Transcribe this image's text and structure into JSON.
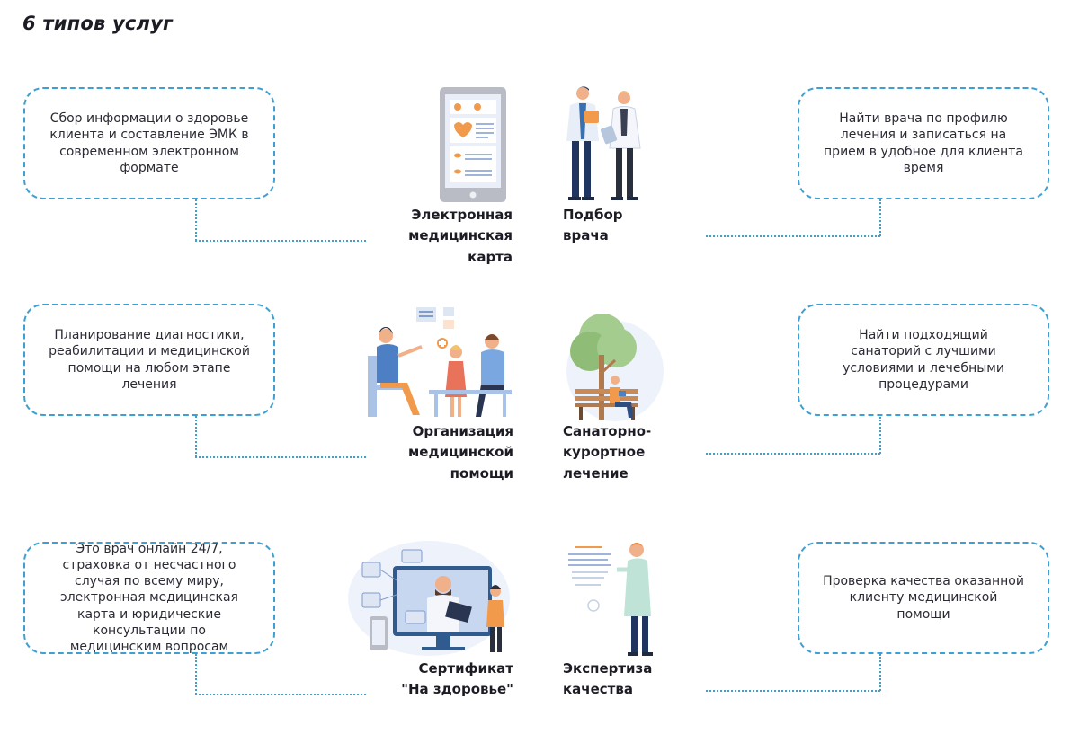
{
  "title": "6 типов услуг",
  "colors": {
    "accent": "#3f9fd0",
    "illustration_blue": "#2f5b8f",
    "illustration_orange": "#f29a4b"
  },
  "services": [
    {
      "label": "Электронная медицинская карта",
      "description": "Сбор информации о здоровье клиента и составление ЭМК в современном электронном формате",
      "illustration": "tablet-medical-record-icon"
    },
    {
      "label": "Подбор врача",
      "description": "Найти врача по профилю лечения и записаться на прием в удобное для клиента время",
      "illustration": "two-doctors-icon"
    },
    {
      "label": "Организация медицинской помощи",
      "description": "Планирование диагностики, реабилитации и медицинской помощи на любом этапе лечения",
      "illustration": "doctor-consultation-icon"
    },
    {
      "label": "Санаторно-курортное лечение",
      "description": "Найти подходящий санаторий с лучшими условиями и лечебными процедурами",
      "illustration": "park-bench-tree-icon"
    },
    {
      "label": "Сертификат \"На здоровье\"",
      "description": "Это врач онлайн 24/7, страховка от несчастного случая по всему миру, электронная медицинская карта и юридические консультации по медицинским вопросам",
      "illustration": "online-doctor-monitor-icon"
    },
    {
      "label": "Экспертиза качества",
      "description": "Проверка качества оказанной клиенту медицинской помощи",
      "illustration": "doctor-with-chart-icon"
    }
  ]
}
